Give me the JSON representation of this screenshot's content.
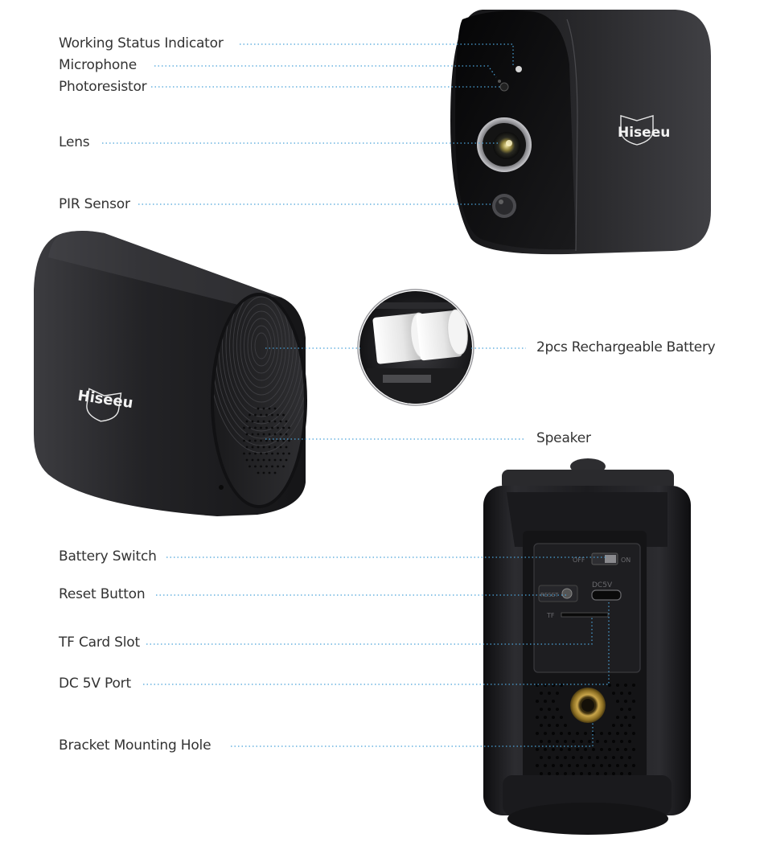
{
  "brand": "Hiseeu",
  "colors": {
    "leader_line": "#4ba3d9",
    "body_dark": "#1f1f21",
    "body_mid": "#3a3a3d",
    "label_text": "#333333"
  },
  "labels": {
    "working_status_indicator": "Working Status Indicator",
    "microphone": "Microphone",
    "photoresistor": "Photoresistor",
    "lens": "Lens",
    "pir_sensor": "PIR Sensor",
    "battery": "2pcs  Rechargeable Battery",
    "speaker": "Speaker",
    "battery_switch": "Battery Switch",
    "reset_button": "Reset Button",
    "tf_card_slot": "TF Card Slot",
    "dc_port": "DC 5V Port",
    "mounting_hole": "Bracket Mounting Hole"
  },
  "device_markings": {
    "off": "OFF",
    "on": "ON",
    "reset": "RESET",
    "dc5v": "DC5V",
    "tf": "TF"
  }
}
